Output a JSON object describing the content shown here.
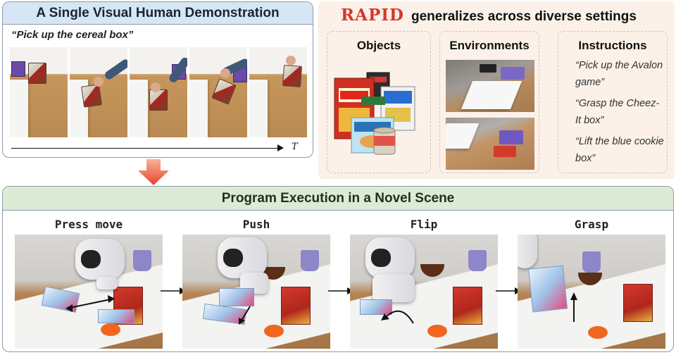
{
  "demo": {
    "title": "A Single Visual Human Demonstration",
    "instruction": "“Pick up the cereal box”",
    "time_label": "T",
    "frame_count": 5
  },
  "rapid": {
    "name": "RAPID",
    "tagline": "generalizes across diverse settings",
    "columns": {
      "objects": "Objects",
      "environments": "Environments",
      "instructions": "Instructions"
    },
    "instructions": [
      "“Pick up the Avalon game”",
      "“Grasp the Cheez-It box”",
      "“Lift the blue cookie box”"
    ]
  },
  "execution": {
    "title": "Program Execution in a Novel Scene",
    "steps": [
      {
        "label": "Press move"
      },
      {
        "label": "Push"
      },
      {
        "label": "Flip"
      },
      {
        "label": "Grasp"
      }
    ]
  },
  "colors": {
    "demo_header": "#d7e6f5",
    "exec_header": "#dcebd6",
    "rapid_bg": "#fbf1e8",
    "rapid_accent": "#d9362b",
    "arrow_gradient_top": "#f7b39a",
    "arrow_gradient_bottom": "#e8432d"
  }
}
